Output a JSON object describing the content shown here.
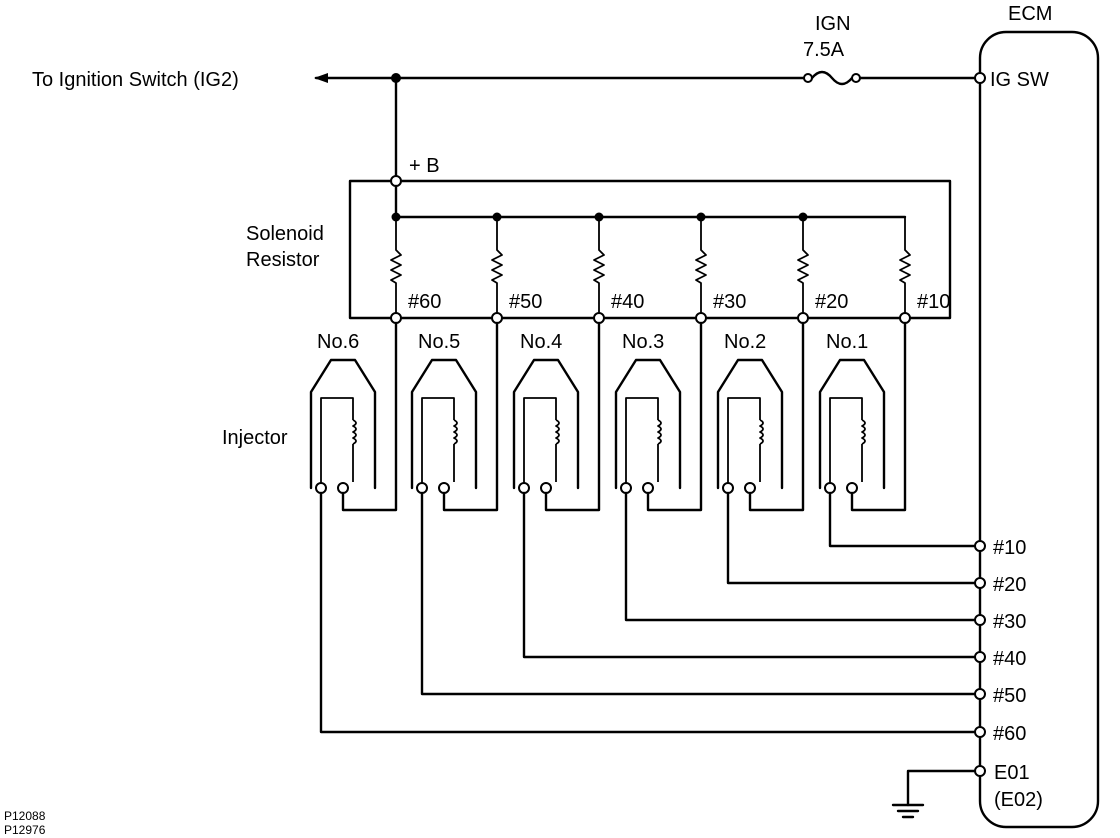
{
  "labels": {
    "ignition_switch": "To Ignition Switch (IG2)",
    "fuse_name": "IGN",
    "fuse_rating": "7.5A",
    "ecm": "ECM",
    "ig_sw": "IG SW",
    "plus_b": "+ B",
    "solenoid_line1": "Solenoid",
    "solenoid_line2": "Resistor",
    "injector": "Injector",
    "e01": "E01",
    "e02": "(E02)",
    "code1": "P12088",
    "code2": "P12976"
  },
  "resistors": [
    "#60",
    "#50",
    "#40",
    "#30",
    "#20",
    "#10"
  ],
  "injectors": [
    "No.6",
    "No.5",
    "No.4",
    "No.3",
    "No.2",
    "No.1"
  ],
  "ecm_pins": [
    "#10",
    "#20",
    "#30",
    "#40",
    "#50",
    "#60"
  ]
}
